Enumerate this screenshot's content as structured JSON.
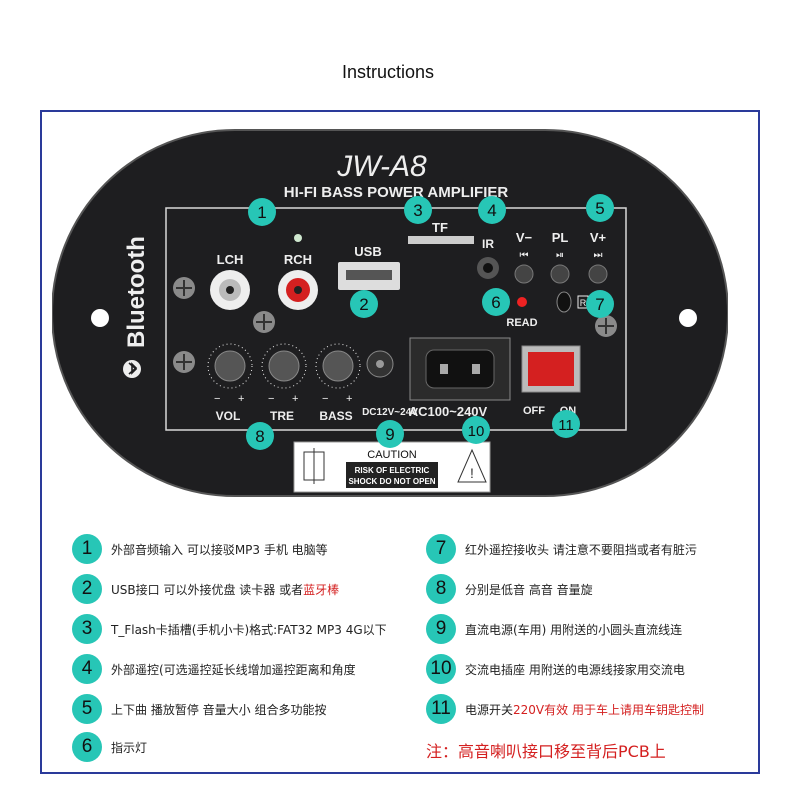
{
  "header": {
    "title": "Instructions"
  },
  "board": {
    "model": "JW-A8",
    "subtitle": "HI-FI BASS POWER AMPLIFIER",
    "bluetooth": "Bluetooth",
    "labels": {
      "lch": "LCH",
      "rch": "RCH",
      "usb": "USB",
      "tf": "TF",
      "ir": "IR",
      "vminus": "V−",
      "pl": "PL",
      "vplus": "V+",
      "read": "READ",
      "minus": "−",
      "plus": "+",
      "vol": "VOL",
      "tre": "TRE",
      "bass": "BASS",
      "dc": "DC12V~24V",
      "ac": "AC100~240V",
      "off": "OFF",
      "on": "ON",
      "r": "R",
      "caution": "CAUTION",
      "warn1": "RISK OF ELECTRIC",
      "warn2": "SHOCK DO NOT OPEN"
    },
    "markers": [
      "1",
      "2",
      "3",
      "4",
      "5",
      "6",
      "7",
      "8",
      "9",
      "10",
      "11"
    ]
  },
  "legend": {
    "left": [
      {
        "num": "1",
        "text": "外部音频输入 可以接驳MP3 手机 电脑等",
        "highlight": ""
      },
      {
        "num": "2",
        "text": "USB接口 可以外接优盘 读卡器 或者 ",
        "highlight": "蓝牙棒"
      },
      {
        "num": "3",
        "text": "T_Flash卡插槽(手机小卡)格式:FAT32 MP3  4G以下",
        "highlight": ""
      },
      {
        "num": "4",
        "text": "外部遥控(可选遥控延长线增加遥控距离和角度",
        "highlight": ""
      },
      {
        "num": "5",
        "text": "上下曲 播放暂停 音量大小 组合多功能按",
        "highlight": ""
      },
      {
        "num": "6",
        "text": "指示灯",
        "highlight": ""
      }
    ],
    "right": [
      {
        "num": "7",
        "text": "红外遥控接收头 请注意不要阻挡或者有脏污",
        "highlight": ""
      },
      {
        "num": "8",
        "text": "分别是低音 高音 音量旋",
        "highlight": ""
      },
      {
        "num": "9",
        "text": "直流电源(车用) 用附送的小圆头直流线连",
        "highlight": ""
      },
      {
        "num": "10",
        "text": "交流电插座 用附送的电源线接家用交流电",
        "highlight": ""
      },
      {
        "num": "11",
        "text": "电源开关 ",
        "highlight": "220V有效 用于车上请用车钥匙控制"
      }
    ],
    "note": "注：高音喇叭接口移至背后PCB上"
  }
}
